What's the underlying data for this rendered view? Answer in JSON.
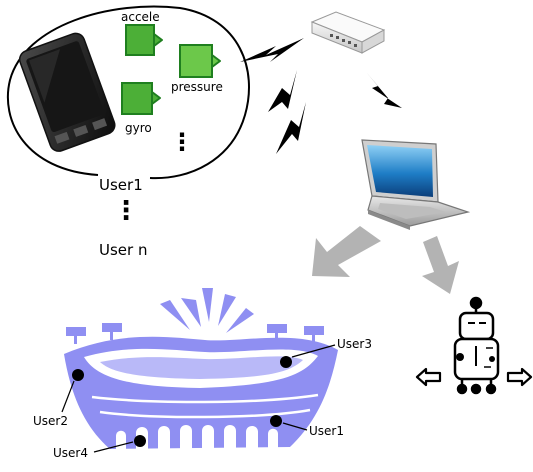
{
  "phone_cluster": {
    "sensors": {
      "accel": "accele",
      "pressure": "pressure",
      "gyro": "gyro"
    },
    "more_dots": "⋮",
    "user_first": "User1",
    "vertical_dots": "⋮",
    "user_last": "User n"
  },
  "stadium": {
    "users": {
      "user1": "User1",
      "user2": "User2",
      "user3": "User3",
      "user4": "User4"
    }
  },
  "robot": {
    "left_arrow": "⇦",
    "right_arrow": "⇨"
  },
  "colors": {
    "sensor_green": "#4caf37",
    "sensor_border": "#1f7f1f",
    "stadium_blue": "#8f8ff2",
    "stadium_dark": "#6b6bd8",
    "gray_arrow": "#b3b3b3",
    "robot_body": "#ffffff"
  }
}
